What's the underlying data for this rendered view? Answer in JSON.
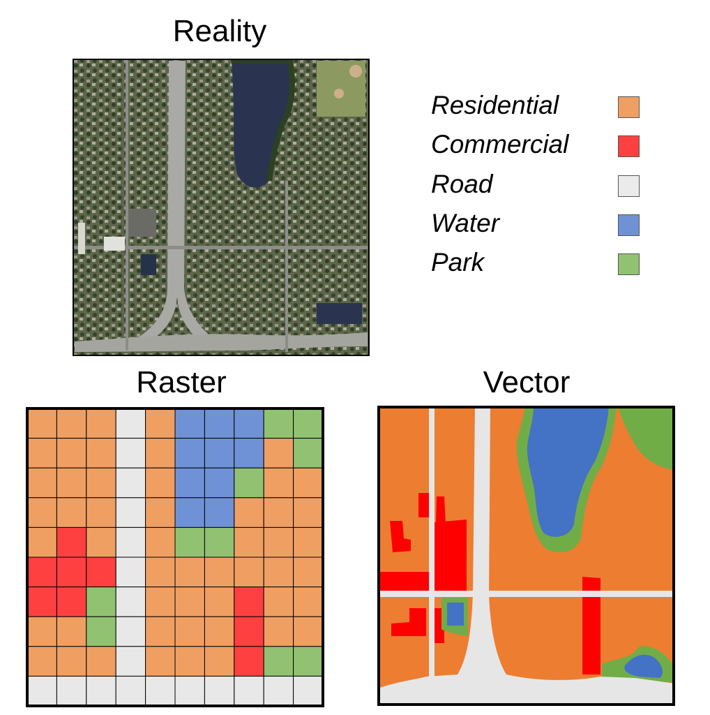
{
  "titles": {
    "reality": "Reality",
    "raster": "Raster",
    "vector": "Vector"
  },
  "legend": [
    {
      "label": "Residential",
      "color": "#f09f62"
    },
    {
      "label": "Commercial",
      "color": "#fe4040"
    },
    {
      "label": "Road",
      "color": "#ebebeb"
    },
    {
      "label": "Water",
      "color": "#6f92d6"
    },
    {
      "label": "Park",
      "color": "#91c272"
    }
  ],
  "raster": {
    "codes": {
      "R": "#f09f62",
      "C": "#fe4040",
      "D": "#e8e8e8",
      "W": "#6f92d6",
      "P": "#91c272"
    },
    "rows": [
      "RRRDRWWWPP",
      "RRRDRWWWRP",
      "RRRDRWWPRR",
      "RRRDRWWRRR",
      "RCRDRPPRRR",
      "CCCDRRRRRR",
      "CCPDRRRCRR",
      "RRPDRRRCRR",
      "RRRDRRRCPP",
      "DDDDDDDDDD"
    ]
  },
  "vector": {
    "colors": {
      "residential": "#ed7d31",
      "commercial": "#ff0000",
      "road": "#e6e6e6",
      "water": "#4472c4",
      "park": "#70ad47"
    }
  }
}
